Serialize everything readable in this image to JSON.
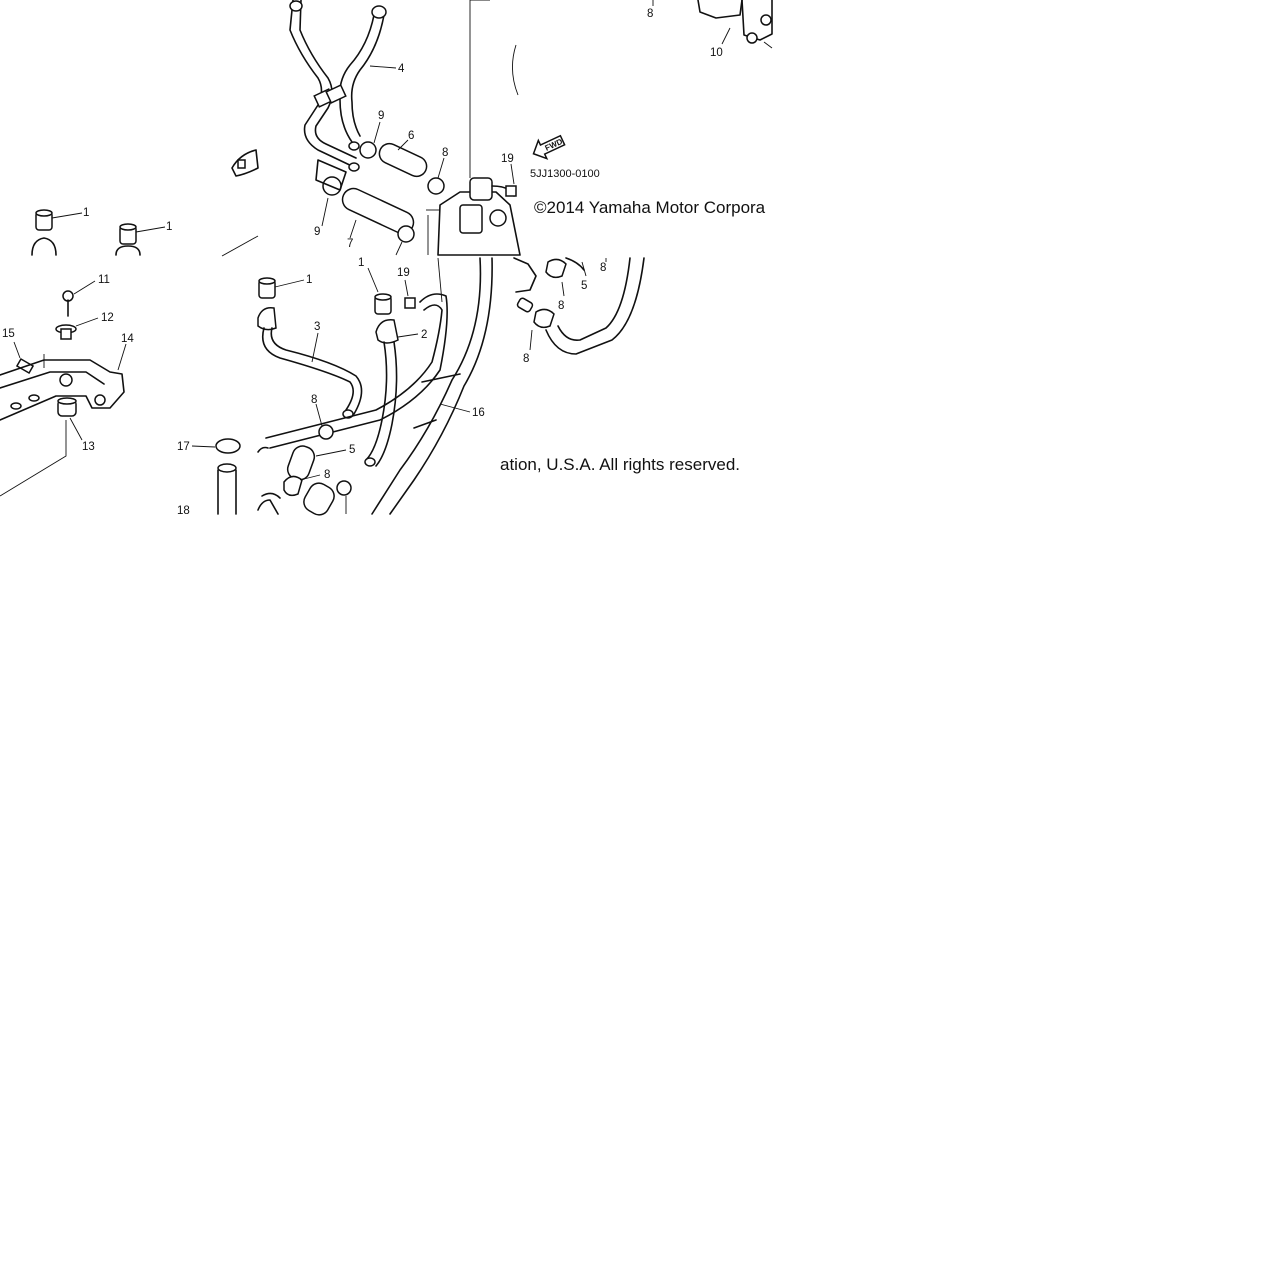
{
  "diagram": {
    "part_code": "5JJ1300-0100",
    "copyright_part1": "©2014 Yamaha Motor Corpora",
    "copyright_part2": "ation, U.S.A. All rights reserved.",
    "fwd_label": "FWD",
    "callouts": {
      "c1": "1",
      "c2": "2",
      "c3": "3",
      "c4": "4",
      "c5": "5",
      "c6": "6",
      "c7": "7",
      "c8": "8",
      "c9": "9",
      "c10": "10",
      "c11": "11",
      "c12": "12",
      "c13": "13",
      "c14": "14",
      "c15": "15",
      "c16": "16",
      "c17": "17",
      "c18": "18",
      "c19": "19"
    }
  }
}
